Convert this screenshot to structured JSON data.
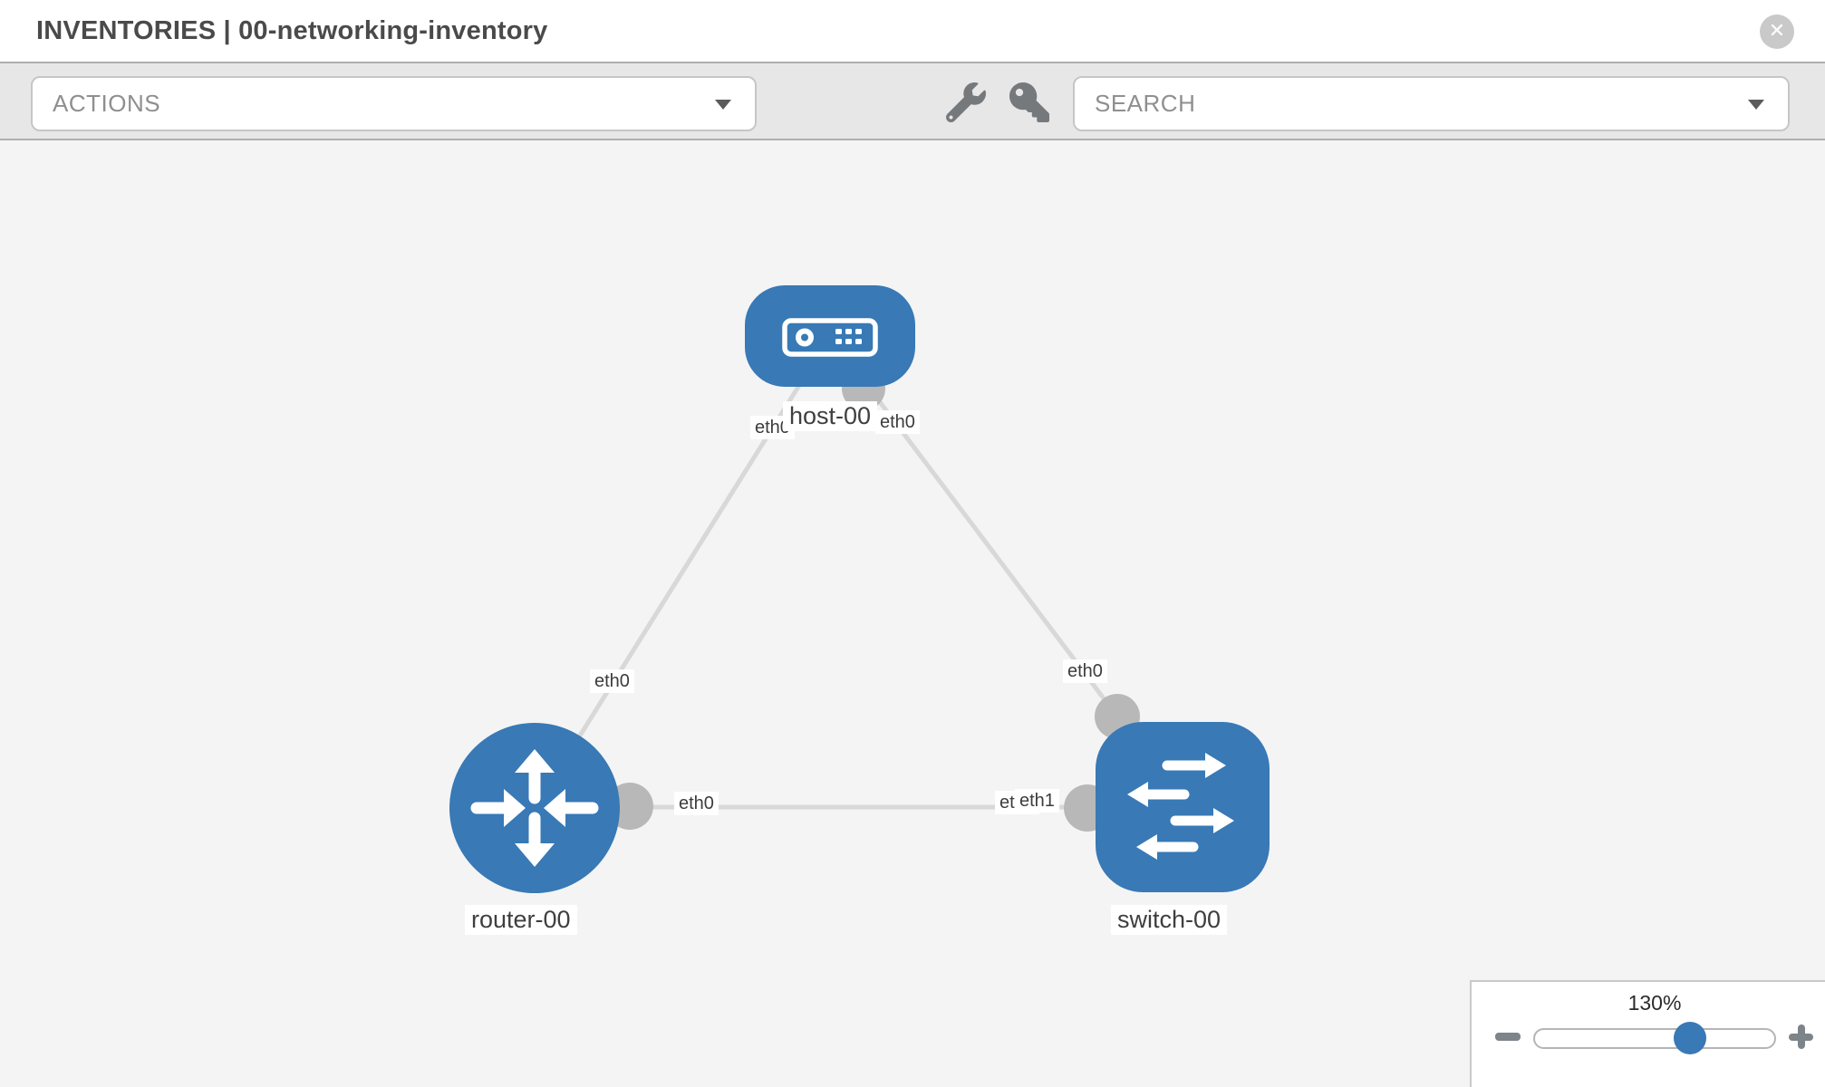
{
  "header": {
    "title": "INVENTORIES | 00-networking-inventory",
    "close_label": "✕"
  },
  "toolbar": {
    "actions_label": "ACTIONS",
    "search_label": "SEARCH"
  },
  "colors": {
    "node_blue": "#3879b6",
    "link_gray": "#d8d8d8",
    "port_gray": "#b8b8b8",
    "canvas_bg": "#f4f4f4",
    "toolbar_bg": "#e7e7e7",
    "accent_slider": "#3879b6"
  },
  "topology": {
    "nodes": [
      {
        "label": "host-00",
        "type": "host"
      },
      {
        "label": "router-00",
        "type": "router"
      },
      {
        "label": "switch-00",
        "type": "switch"
      }
    ],
    "interfaces": {
      "host_left": "eth0",
      "host_right": "eth0",
      "host_router_link": "eth0",
      "host_switch_link": "eth0",
      "router_switch_router_end": "eth0",
      "router_switch_switch_end_under": "eth0",
      "router_switch_switch_end_over": "eth1"
    }
  },
  "zoom_control": {
    "level": "130%"
  }
}
